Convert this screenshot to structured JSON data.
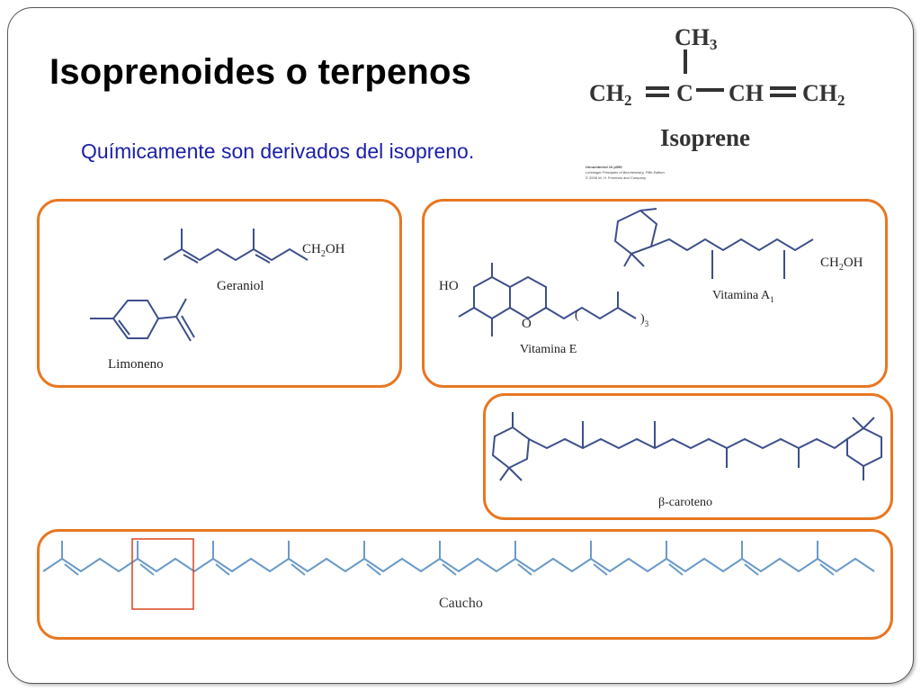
{
  "title": "Isoprenoides o terpenos",
  "subtitle": "Químicamente son derivados del isopreno.",
  "isoprene": {
    "ch3": "CH",
    "ch3_sub": "3",
    "ch2_left": "CH",
    "ch2_left_sub": "2",
    "c": "C",
    "ch": "CH",
    "ch2_right": "CH",
    "ch2_right_sub": "2",
    "name": "Isoprene"
  },
  "credit": {
    "line1": "Unnumbered 10 p359",
    "line2": "Lehninger Principles of Biochemistry, Fifth Edition",
    "line3": "© 2008 W. H. Freeman and Company"
  },
  "molecules": {
    "geraniol": {
      "name": "Geraniol",
      "group": "CH",
      "group_sub": "2",
      "group_end": "OH"
    },
    "limoneno": {
      "name": "Limoneno"
    },
    "vitamina_e": {
      "name": "Vitamina E",
      "ho": "HO",
      "o": "O",
      "paren_open": "(",
      "paren_close": ")",
      "repeat_sub": "3"
    },
    "vitamina_a": {
      "name": "Vitamina A",
      "name_sub": "1",
      "group": "CH",
      "group_sub": "2",
      "group_end": "OH"
    },
    "caroteno": {
      "name": "β-caroteno"
    },
    "caucho": {
      "name": "Caucho"
    }
  },
  "colors": {
    "box_border": "#e87722",
    "bond": "#3d4f8a",
    "rubber_bond": "#6a9ac8",
    "subtitle": "#1a1fa8",
    "highlight": "#d9431e"
  }
}
